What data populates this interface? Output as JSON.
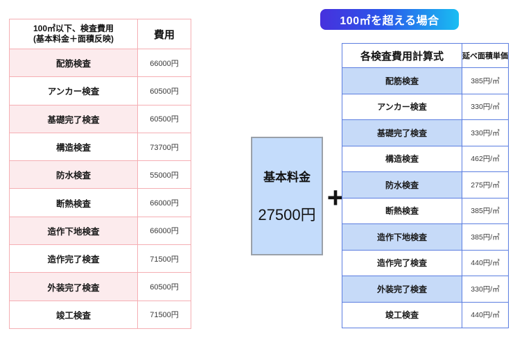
{
  "badge": {
    "label": "100㎡を超える場合"
  },
  "plus_sign": "+",
  "base_fee_box": {
    "label": "基本料金",
    "amount": "27500円"
  },
  "colors": {
    "left_table_border": "#f5aeb3",
    "left_row_fill": "#fcebed",
    "right_table_border": "#5a7de0",
    "right_row_fill": "#c6daf8",
    "badge_gradient_start": "#4731dd",
    "badge_gradient_end": "#19bdf2",
    "base_box_fill": "#c4dcfb",
    "base_box_border": "#9aa0a8"
  },
  "left_table": {
    "header_line1": "100㎡以下、検査費用",
    "header_line2": "(基本料金＋面積反映)",
    "fee_header": "費用",
    "rows": [
      {
        "name": "配筋検査",
        "fee": "66000円"
      },
      {
        "name": "アンカー検査",
        "fee": "60500円"
      },
      {
        "name": "基礎完了検査",
        "fee": "60500円"
      },
      {
        "name": "構造検査",
        "fee": "73700円"
      },
      {
        "name": "防水検査",
        "fee": "55000円"
      },
      {
        "name": "断熱検査",
        "fee": "66000円"
      },
      {
        "name": "造作下地検査",
        "fee": "66000円"
      },
      {
        "name": "造作完了検査",
        "fee": "71500円"
      },
      {
        "name": "外装完了検査",
        "fee": "60500円"
      },
      {
        "name": "竣工検査",
        "fee": "71500円"
      }
    ]
  },
  "right_table": {
    "header_formula": "各検査費用計算式",
    "header_unit": "延べ面積単価",
    "rows": [
      {
        "name": "配筋検査",
        "rate": "385円/㎡"
      },
      {
        "name": "アンカー検査",
        "rate": "330円/㎡"
      },
      {
        "name": "基礎完了検査",
        "rate": "330円/㎡"
      },
      {
        "name": "構造検査",
        "rate": "462円/㎡"
      },
      {
        "name": "防水検査",
        "rate": "275円/㎡"
      },
      {
        "name": "断熱検査",
        "rate": "385円/㎡"
      },
      {
        "name": "造作下地検査",
        "rate": "385円/㎡"
      },
      {
        "name": "造作完了検査",
        "rate": "440円/㎡"
      },
      {
        "name": "外装完了検査",
        "rate": "330円/㎡"
      },
      {
        "name": "竣工検査",
        "rate": "440円/㎡"
      }
    ]
  }
}
